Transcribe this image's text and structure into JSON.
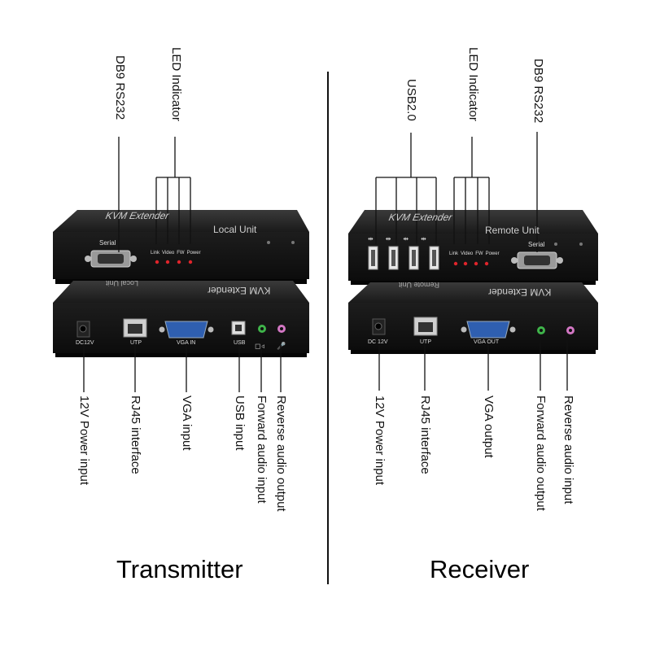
{
  "transmitter": {
    "caption": "Transmitter",
    "top_unit": {
      "brand": "KVM Extender",
      "model": "Local Unit",
      "serial_label": "Serial",
      "led_labels": [
        "Link",
        "Video",
        "FW",
        "Power"
      ]
    },
    "rear_unit": {
      "brand": "KVM Extender",
      "model": "Local Unit",
      "port_labels": [
        "DC12V",
        "UTP",
        "VGA IN",
        "USB"
      ]
    },
    "callouts_top": [
      "DB9 RS232",
      "LED Indicator"
    ],
    "callouts_bottom": [
      "12V Power input",
      "RJ45 interface",
      "VGA input",
      "USB input",
      "Forward audio input",
      "Reverse audio output"
    ]
  },
  "receiver": {
    "caption": "Receiver",
    "top_unit": {
      "brand": "KVM Extender",
      "model": "Remote Unit",
      "serial_label": "Serial",
      "led_labels": [
        "Link",
        "Video",
        "FW",
        "Power"
      ]
    },
    "rear_unit": {
      "brand": "KVM Extender",
      "model": "Remote Unit",
      "port_labels": [
        "DC 12V",
        "UTP",
        "VGA OUT"
      ]
    },
    "callouts_top": [
      "USB2.0",
      "LED Indicator",
      "DB9 RS232"
    ],
    "callouts_bottom": [
      "12V Power input",
      "RJ45 interface",
      "VGA output",
      "Forward audio output",
      "Reverse audio input"
    ]
  }
}
